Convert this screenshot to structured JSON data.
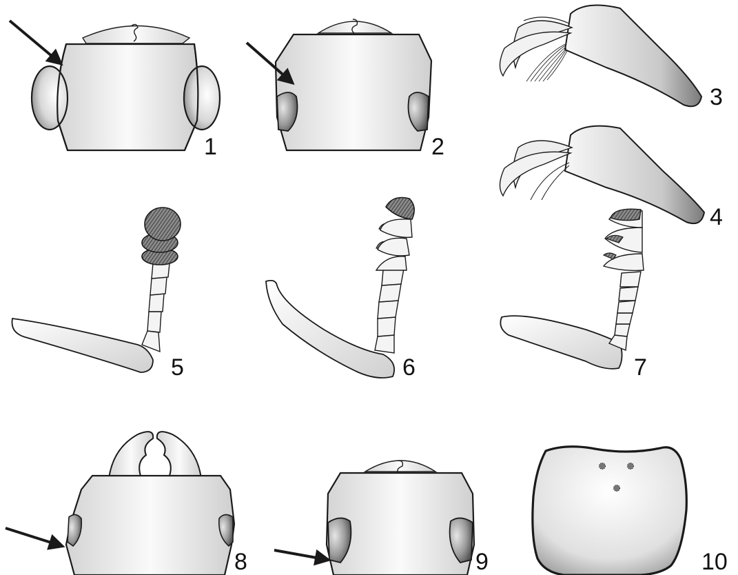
{
  "figure_numbers": [
    "1",
    "2",
    "3",
    "4",
    "5",
    "6",
    "7",
    "8",
    "9",
    "10"
  ],
  "colors": {
    "background": "#ffffff",
    "outline": "#1a1a1a",
    "body_light": "#f4f4f4",
    "body_mid": "#d9d9d9",
    "shade_dark": "#555555",
    "arrow": "#1a1a1a"
  },
  "icons": {
    "arrow": "pointer-arrow-icon",
    "eye": "compound-eye-shape",
    "pore": "setal-pore-dot"
  }
}
